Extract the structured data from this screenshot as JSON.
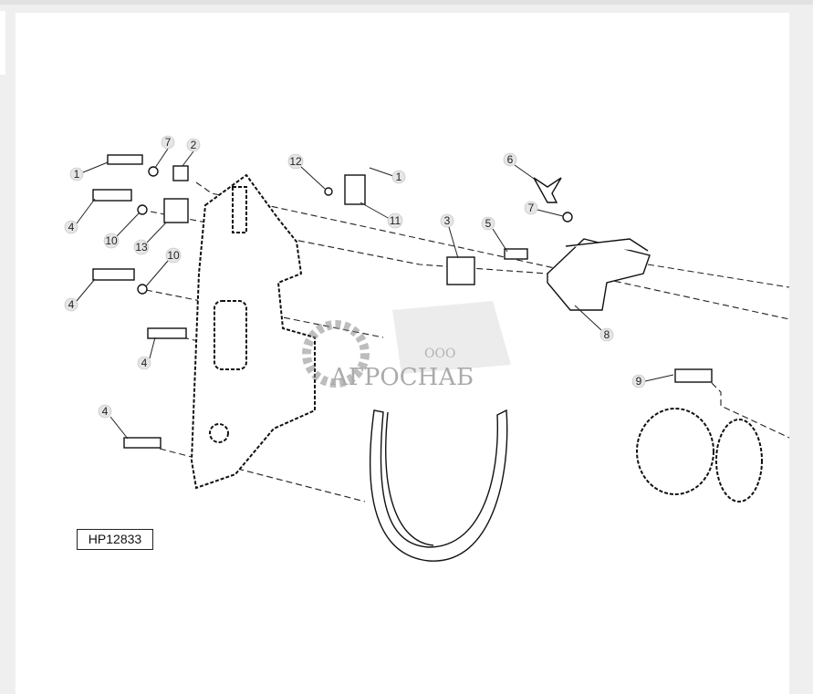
{
  "figure_id": "HP12833",
  "watermark": {
    "prefix": "ООО",
    "name": "АГРОСНАБ"
  },
  "callouts": [
    {
      "label": "1"
    },
    {
      "label": "7"
    },
    {
      "label": "2"
    },
    {
      "label": "4"
    },
    {
      "label": "10"
    },
    {
      "label": "13"
    },
    {
      "label": "10"
    },
    {
      "label": "4"
    },
    {
      "label": "4"
    },
    {
      "label": "4"
    },
    {
      "label": "12"
    },
    {
      "label": "1"
    },
    {
      "label": "11"
    },
    {
      "label": "3"
    },
    {
      "label": "5"
    },
    {
      "label": "6"
    },
    {
      "label": "7"
    },
    {
      "label": "8"
    },
    {
      "label": "9"
    }
  ]
}
